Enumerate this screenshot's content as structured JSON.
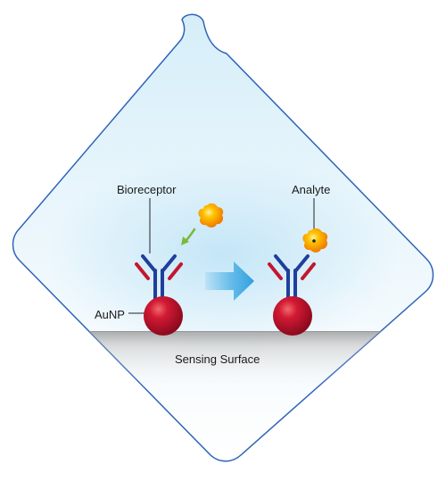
{
  "labels": {
    "bioreceptor": "Bioreceptor",
    "analyte": "Analyte",
    "aunp": "AuNP",
    "sensing_surface": "Sensing Surface"
  },
  "colors": {
    "card_outline": "#2f63b8",
    "card_fill_top": "#c9e7f6",
    "card_fill_bottom": "#ffffff",
    "aunp_red": "#c4122f",
    "antibody_blue": "#1f3f9c",
    "antibody_red": "#c4162f",
    "analyte_yellow": "#f5b800",
    "analyte_orange": "#f07d00",
    "binding_arrow_green": "#7cba3b",
    "transition_arrow_blue": "#4fb2e6",
    "label_text": "#1a1a1a"
  },
  "icons": {
    "card_shape": "rounded-diamond-with-corner-hook",
    "transition": "right-arrow-icon",
    "binding": "small-curved-arrow-icon"
  }
}
